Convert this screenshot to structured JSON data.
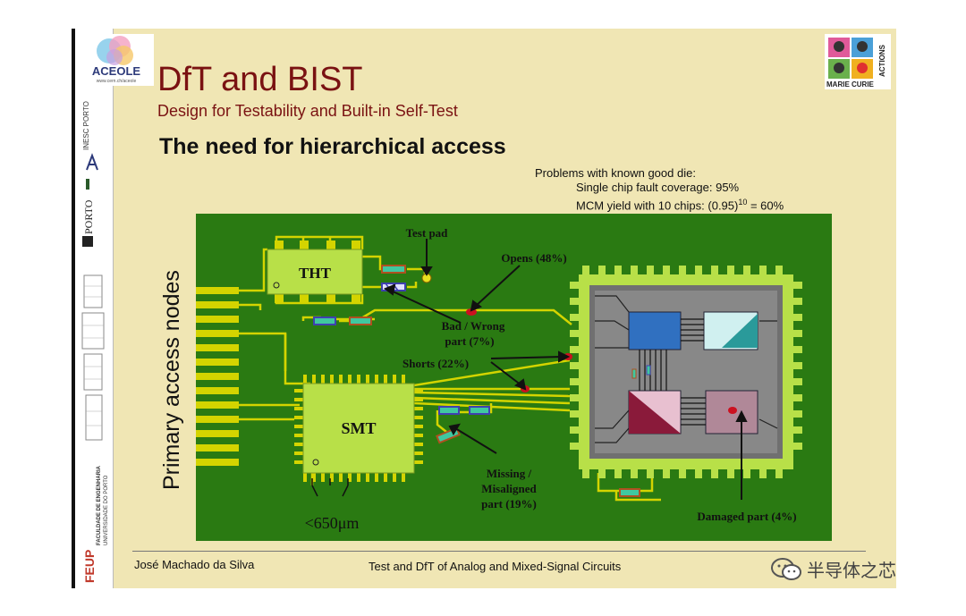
{
  "title": "DfT and BIST",
  "subtitle": "Design for Testability and Built-in Self-Test",
  "heading": "The need for hierarchical access",
  "problems": {
    "line1": "Problems with known good die:",
    "line2": "Single chip fault coverage: 95%",
    "line3_prefix": "MCM yield with 10 chips: (0.95)",
    "line3_sup": "10",
    "line3_suffix": " = 60%"
  },
  "side_label": "Primary access nodes",
  "logos": {
    "aceole_name": "ACEOLE",
    "aceole_url": "www.cern.ch/aceole",
    "inesc": "INESC PORTO",
    "uporto": "PORTO",
    "feup": "FEUP",
    "feup_text1": "FACULDADE DE ENGENHARIA",
    "feup_text2": "UNIVERSIDADE DO PORTO",
    "marie_curie": "MARIE CURIE",
    "actions": "ACTIONS"
  },
  "diagram": {
    "tht": "THT",
    "smt": "SMT",
    "test_pad": "Test pad",
    "opens": "Opens (48%)",
    "bad_wrong_1": "Bad / Wrong",
    "bad_wrong_2": "part (7%)",
    "shorts": "Shorts  (22%)",
    "missing_1": "Missing /",
    "missing_2": "Misaligned",
    "missing_3": "part (19%)",
    "damaged": "Damaged part (4%)",
    "pitch": "<650μm"
  },
  "footer": {
    "author": "José Machado da Silva",
    "course": "Test and DfT of Analog and Mixed-Signal Circuits"
  },
  "watermark": "半导体之芯",
  "colors": {
    "board": "#2a7a12",
    "trace": "#d4d400",
    "title": "#7a1212",
    "background": "#f0e6b4"
  }
}
